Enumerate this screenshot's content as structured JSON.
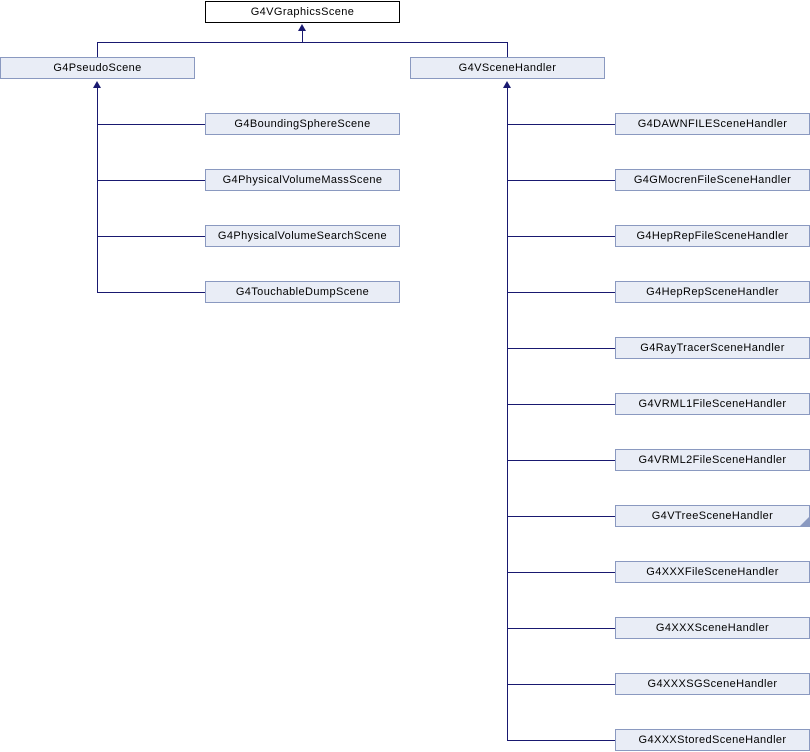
{
  "colors": {
    "edge": "#191970",
    "node_fill": "#E9EDF6",
    "node_border": "#8A99C0",
    "root_fill": "#FFFFFF",
    "root_border": "#000000"
  },
  "root": {
    "label": "G4VGraphicsScene"
  },
  "left_parent": {
    "label": "G4PseudoScene"
  },
  "right_parent": {
    "label": "G4VSceneHandler"
  },
  "left_children": [
    {
      "label": "G4BoundingSphereScene"
    },
    {
      "label": "G4PhysicalVolumeMassScene"
    },
    {
      "label": "G4PhysicalVolumeSearchScene"
    },
    {
      "label": "G4TouchableDumpScene"
    }
  ],
  "right_children": [
    {
      "label": "G4DAWNFILESceneHandler"
    },
    {
      "label": "G4GMocrenFileSceneHandler"
    },
    {
      "label": "G4HepRepFileSceneHandler"
    },
    {
      "label": "G4HepRepSceneHandler"
    },
    {
      "label": "G4RayTracerSceneHandler"
    },
    {
      "label": "G4VRML1FileSceneHandler"
    },
    {
      "label": "G4VRML2FileSceneHandler"
    },
    {
      "label": "G4VTreeSceneHandler",
      "has_more_children_marker": true
    },
    {
      "label": "G4XXXFileSceneHandler"
    },
    {
      "label": "G4XXXSceneHandler"
    },
    {
      "label": "G4XXXSGSceneHandler"
    },
    {
      "label": "G4XXXStoredSceneHandler"
    }
  ]
}
